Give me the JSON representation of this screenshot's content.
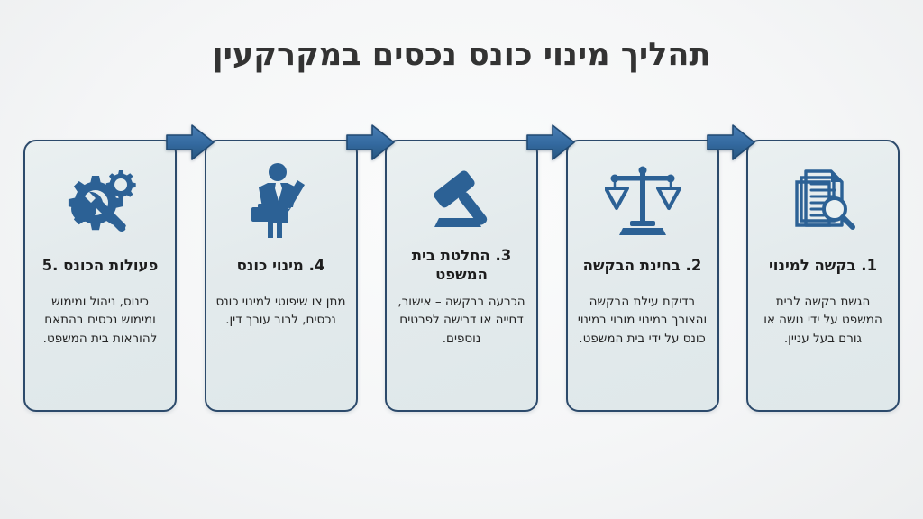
{
  "header": {
    "title": "תהליך מינוי כונס נכסים במקרקעין"
  },
  "colors": {
    "card_border": "#2c4a6b",
    "card_fill": "#e4ecec",
    "icon_blue": "#2c6195",
    "arrow_blue": "#3a6da4",
    "arrow_outline": "#214a73",
    "title_text": "#333333",
    "background": "#f7f8f8"
  },
  "flow": {
    "steps": [
      {
        "number": "1",
        "icon": "document-search-icon",
        "title": "1. בקשה למינוי",
        "body": "הגשת בקשה לבית המשפט על ידי נושה או גורם בעל עניין."
      },
      {
        "number": "2",
        "icon": "scales-of-justice-icon",
        "title": "2. בחינת הבקשה",
        "body": "בדיקת עילת הבקשה והצורך במינוי מורוי במינוי כונס על ידי בית המשפט."
      },
      {
        "number": "3",
        "icon": "gavel-icon",
        "title": "3. החלטת בית המשפט",
        "body": "הכרעה בבקשה – אישור, דחייה או דרישה לפרטים נוספים."
      },
      {
        "number": "4",
        "icon": "businessman-icon",
        "title": "4. מינוי כונס",
        "body": "מתן צו שיפוטי למינוי כונס נכסים, לרוב עורך דין."
      },
      {
        "number": "5",
        "icon": "gear-wrench-icon",
        "title": "פעולות הכונס .5",
        "body": "כינוס, ניהול ומימוש ומימוש נכסים בהתאם להוראות בית המשפט."
      }
    ],
    "connectors": [
      {
        "name": "arrow-step1-to-step2",
        "direction": "right"
      },
      {
        "name": "arrow-step2-to-step3",
        "direction": "right"
      },
      {
        "name": "arrow-step3-to-step4",
        "direction": "right"
      },
      {
        "name": "arrow-step4-to-step5",
        "direction": "right"
      }
    ]
  }
}
